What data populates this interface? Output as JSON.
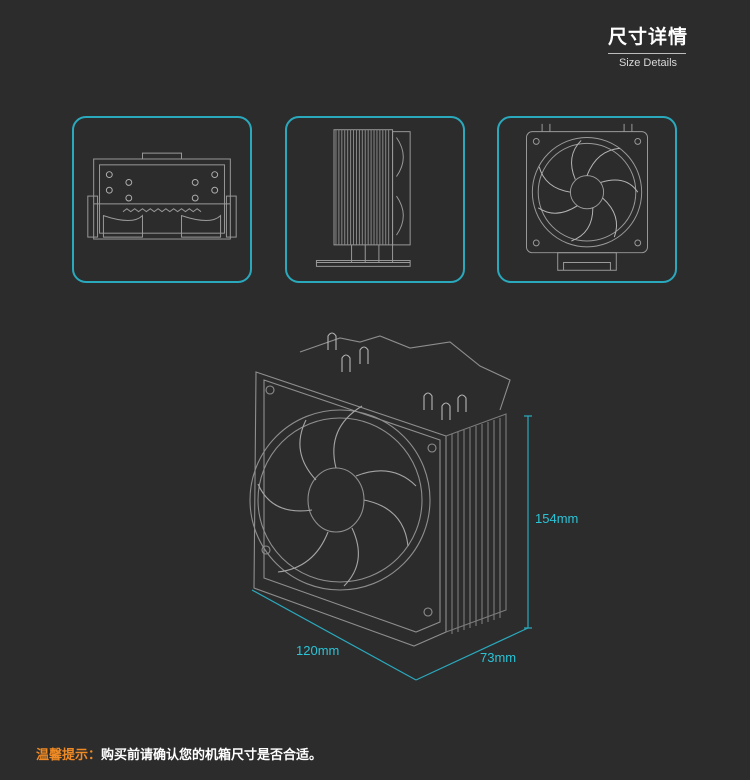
{
  "header": {
    "title": "尺寸详情",
    "subtitle": "Size Details"
  },
  "views": [
    {
      "name": "top-view"
    },
    {
      "name": "side-view"
    },
    {
      "name": "front-view"
    }
  ],
  "dimensions": {
    "height": "154mm",
    "width": "120mm",
    "depth": "73mm"
  },
  "note": {
    "label": "温馨提示：",
    "text": "购买前请确认您的机箱尺寸是否合适。"
  },
  "colors": {
    "background": "#2c2c2c",
    "accent": "#2aa9bd",
    "dimension_text": "#2bc3d6",
    "note_label": "#f08a24"
  }
}
